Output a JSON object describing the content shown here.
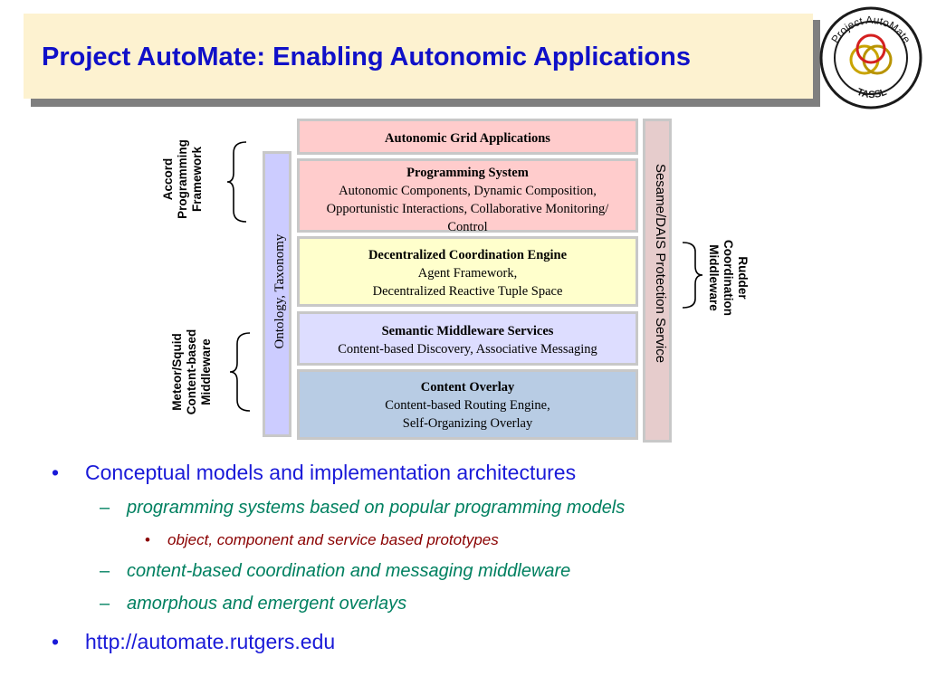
{
  "title": "Project AutoMate: Enabling Autonomic Applications",
  "logo": {
    "top_text": "Project AutoMate",
    "bottom_text": "TASSL"
  },
  "layers": {
    "grid_apps": {
      "title": "Autonomic Grid Applications"
    },
    "programming": {
      "title": "Programming System",
      "line1": "Autonomic Components, Dynamic Composition,",
      "line2": "Opportunistic Interactions, Collaborative Monitoring/",
      "line3": "Control"
    },
    "coordination": {
      "title": "Decentralized Coordination Engine",
      "line1": "Agent Framework,",
      "line2": "Decentralized Reactive Tuple Space"
    },
    "semantic": {
      "title": "Semantic Middleware Services",
      "line1": "Content-based Discovery, Associative Messaging"
    },
    "content": {
      "title": "Content  Overlay",
      "line1": "Content-based Routing Engine,",
      "line2": "Self-Organizing Overlay"
    }
  },
  "vertical": {
    "ontology": "Ontology, Taxonomy",
    "sesame": "Sesame/DAIS Protection Service"
  },
  "side_labels": {
    "accord": [
      "Accord",
      "Programming",
      "Framework"
    ],
    "meteor": [
      "Meteor/Squid",
      "Content-based",
      "Middleware"
    ],
    "rudder": [
      "Rudder",
      "Coordination",
      "Middleware"
    ]
  },
  "bullets": {
    "b1": "Conceptual models and implementation architectures",
    "b1_sub1": "programming systems based on popular programming models",
    "b1_sub1_sub": "object, component and service based prototypes",
    "b1_sub2": "content-based coordination and messaging middleware",
    "b1_sub3": "amorphous and emergent overlays",
    "b2": "http://automate.rutgers.edu"
  },
  "bullet_marks": {
    "dot": "•",
    "dash": "–"
  },
  "colors": {
    "title": "#1010c8",
    "title_bg": "#fdf2d0",
    "grid_apps": "#ffcccc",
    "programming": "#ffcccc",
    "coordination": "#ffffcc",
    "semantic": "#ddddff",
    "content": "#b8cce4",
    "ontology": "#ccccff",
    "sesame": "#e6cccc"
  }
}
